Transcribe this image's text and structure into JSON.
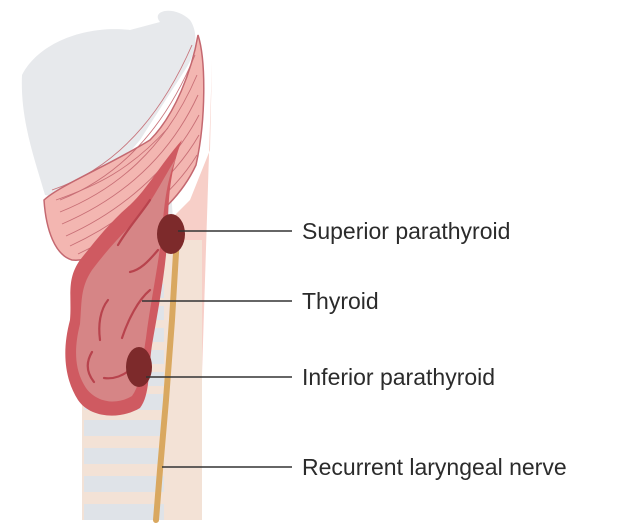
{
  "labels": {
    "superior_parathyroid": "Superior parathyroid",
    "thyroid": "Thyroid",
    "inferior_parathyroid": "Inferior parathyroid",
    "recurrent_laryngeal_nerve": "Recurrent laryngeal nerve"
  },
  "colors": {
    "cartilage": "#e7e9ec",
    "trachea_ring": "#dfe3e8",
    "trachea_band": "#f3e2d6",
    "neck_tissue": "#f7cfc8",
    "muscle": "#f3b6b1",
    "muscle_line": "#c46870",
    "thyroid_outer": "#cf5a61",
    "thyroid_inner": "#d68586",
    "thyroid_vein": "#b8434d",
    "parathyroid": "#7d2a2b",
    "nerve": "#d9a860",
    "leader_line": "#333333"
  }
}
